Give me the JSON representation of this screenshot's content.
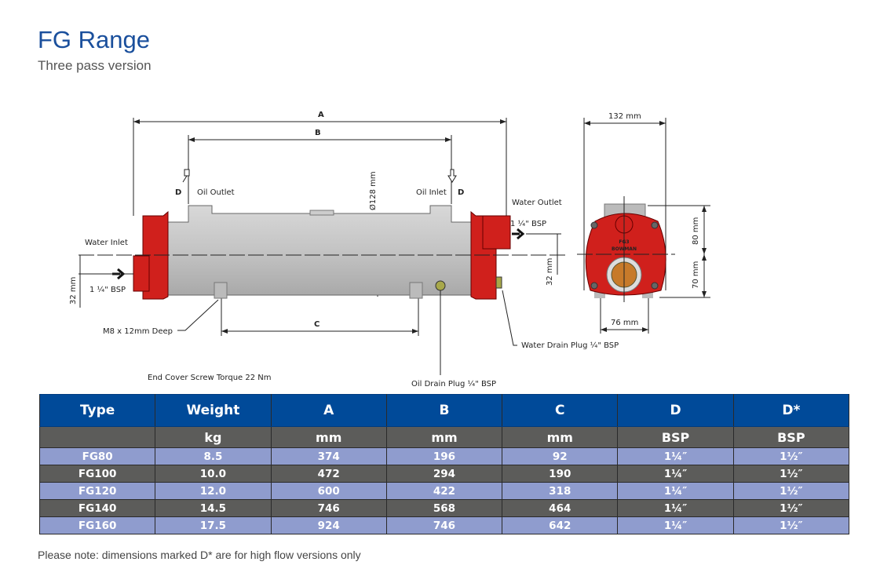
{
  "header": {
    "title": "FG Range",
    "subtitle": "Three pass version"
  },
  "drawing": {
    "dim_a": "A",
    "dim_b": "B",
    "dim_c": "C",
    "dim_d_left": "D",
    "dim_d_right": "D",
    "oil_outlet": "Oil Outlet",
    "oil_inlet": "Oil Inlet",
    "diameter": "Ø128 mm",
    "water_inlet": "Water Inlet",
    "water_inlet_bsp": "1 ¼\" BSP",
    "water_outlet": "Water Outlet",
    "water_outlet_bsp": "1 ¼\" BSP",
    "dim_32_left": "32 mm",
    "dim_32_right": "32 mm",
    "m8": "M8 x 12mm Deep",
    "torque": "End Cover Screw Torque  22 Nm",
    "oil_drain": "Oil Drain Plug ¼\" BSP",
    "water_drain": "Water Drain Plug ¼\" BSP",
    "end_width": "132 mm",
    "end_80": "80 mm",
    "end_70": "70 mm",
    "end_76": "76 mm",
    "logo_line1": "FG3",
    "logo_line2": "BOWMAN"
  },
  "table": {
    "headers": [
      "Type",
      "Weight",
      "A",
      "B",
      "C",
      "D",
      "D*"
    ],
    "units": [
      "",
      "kg",
      "mm",
      "mm",
      "mm",
      "BSP",
      "BSP"
    ],
    "rows": [
      [
        "FG80",
        "8.5",
        "374",
        "196",
        "92",
        "1¼″",
        "1½″"
      ],
      [
        "FG100",
        "10.0",
        "472",
        "294",
        "190",
        "1¼″",
        "1½″"
      ],
      [
        "FG120",
        "12.0",
        "600",
        "422",
        "318",
        "1¼″",
        "1½″"
      ],
      [
        "FG140",
        "14.5",
        "746",
        "568",
        "464",
        "1¼″",
        "1½″"
      ],
      [
        "FG160",
        "17.5",
        "924",
        "746",
        "642",
        "1¼″",
        "1½″"
      ]
    ]
  },
  "note": "Please note: dimensions marked D* are for high flow versions only",
  "colors": {
    "brand_blue": "#004a99",
    "row_light": "#8f9cce",
    "row_dark": "#5c5c5a",
    "cap_red": "#d0201c"
  }
}
